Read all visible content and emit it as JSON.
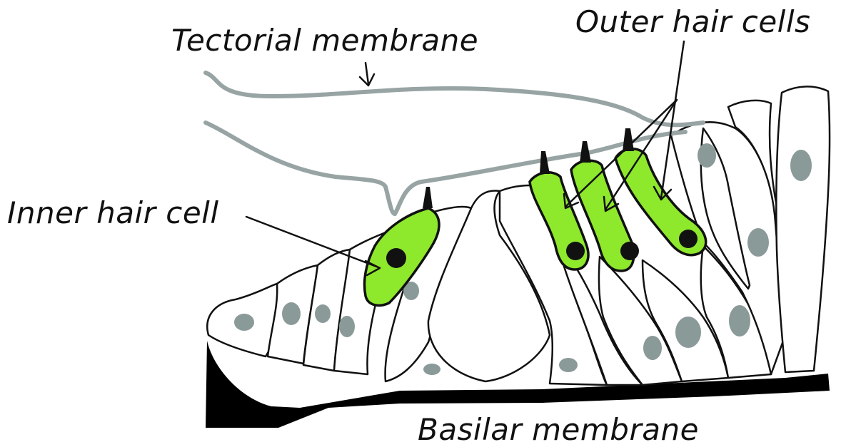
{
  "labels": {
    "tectorial_membrane": "Tectorial membrane",
    "outer_hair_cells": "Outer hair cells",
    "inner_hair_cell": "Inner hair cell",
    "basilar_membrane": "Basilar membrane"
  },
  "colors": {
    "hair_cell_fill": "#8ee82c",
    "nucleus": "#111111",
    "supporting_nucleus": "#8a9a98",
    "tectorial_membrane": "#98a4a4",
    "basilar_membrane": "#000000",
    "outline": "#111111"
  }
}
